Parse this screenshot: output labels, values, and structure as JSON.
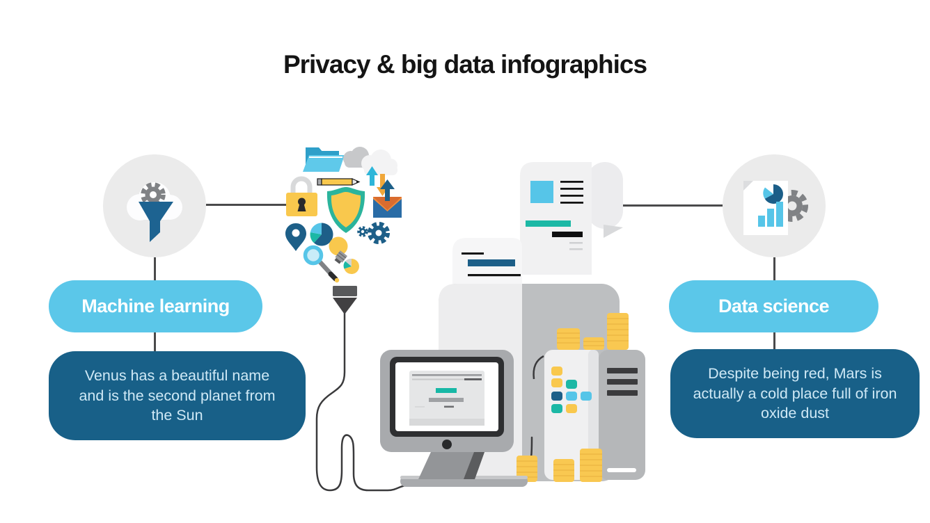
{
  "slide": {
    "title": "Privacy & big data infographics"
  },
  "palette": {
    "accent_light_blue": "#5bc7e9",
    "accent_dark_blue": "#186088",
    "teal": "#1cb8a5",
    "yellow": "#f9c84d",
    "gray": "#a8aaad",
    "circle_gray": "#ebebeb",
    "text_on_dark": "#cfe9f6",
    "title_color": "#141414"
  },
  "left_group": {
    "icon": "cloud-funnel-gear-icon",
    "label": "Machine learning",
    "description": "Venus has a beautiful name and is the second planet from the Sun"
  },
  "right_group": {
    "icon": "document-chart-gear-icon",
    "label": "Data science",
    "description": "Despite being red, Mars is actually a cold place full of iron oxide dust"
  },
  "center_illustration": {
    "icons": [
      "folder-icon",
      "cloud-sync-icon",
      "padlock-icon",
      "pencil-icon",
      "shield-icon",
      "mail-upload-icon",
      "location-pin-icon",
      "pie-chart-icon",
      "gears-icon",
      "lightbulb-icon",
      "magnifier-icon",
      "small-pie-chart-icon",
      "funnel-icon",
      "receipt-paper-icon",
      "computer-monitor-icon",
      "server-towers-icon",
      "coin-stacks-icon"
    ]
  }
}
